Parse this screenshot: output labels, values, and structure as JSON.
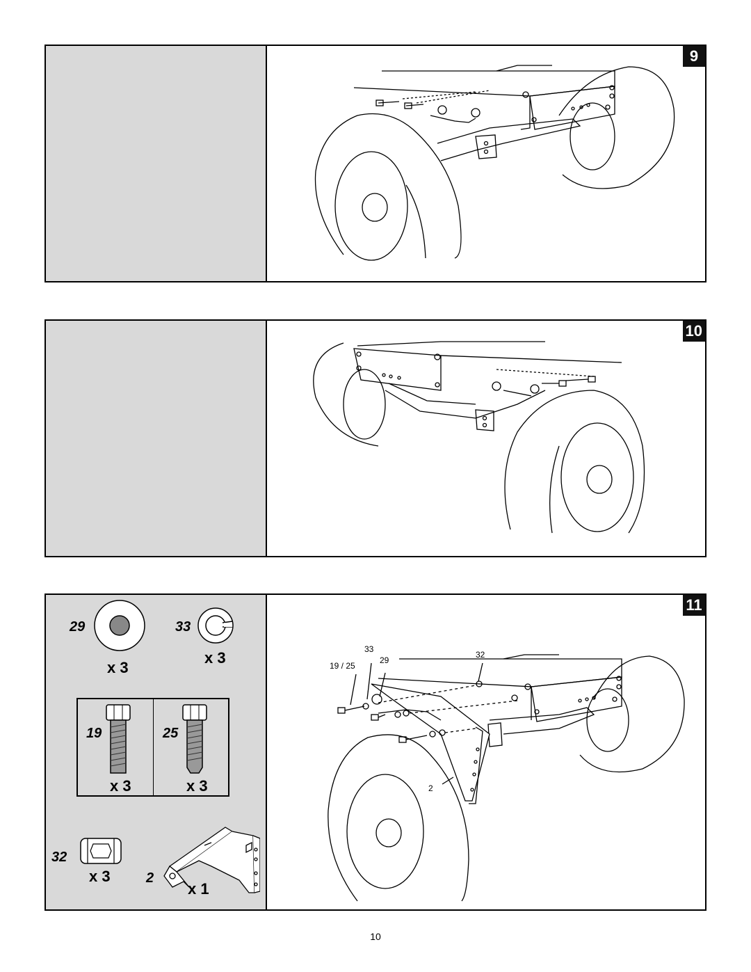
{
  "page": {
    "number": "10"
  },
  "steps": [
    {
      "number": "9"
    },
    {
      "number": "10"
    },
    {
      "number": "11",
      "parts": [
        {
          "part": "29",
          "qty": "x 3",
          "icon": "flat-washer-icon"
        },
        {
          "part": "33",
          "qty": "x 3",
          "icon": "lock-washer-icon"
        },
        {
          "part": "19",
          "qty": "x 3",
          "icon": "bolt-icon"
        },
        {
          "part": "25",
          "qty": "x 3",
          "icon": "bolt-icon"
        },
        {
          "part": "32",
          "qty": "x 3",
          "icon": "nut-icon"
        },
        {
          "part": "2",
          "qty": "x 1",
          "icon": "bracket-icon"
        }
      ],
      "callouts": [
        "33",
        "32",
        "19 / 25",
        "29",
        "2"
      ]
    }
  ]
}
